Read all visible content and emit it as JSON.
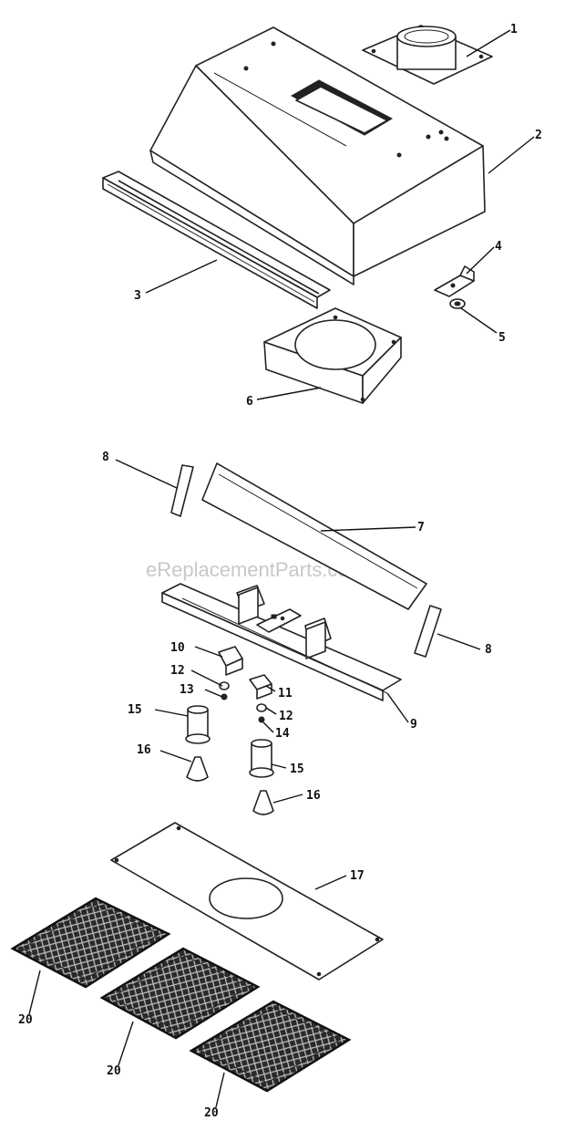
{
  "watermark": "eReplacementParts.com",
  "callouts": {
    "c1": "1",
    "c2": "2",
    "c3": "3",
    "c4": "4",
    "c5": "5",
    "c6": "6",
    "c7": "7",
    "c8a": "8",
    "c8b": "8",
    "c9": "9",
    "c10": "10",
    "c11": "11",
    "c12a": "12",
    "c12b": "12",
    "c13": "13",
    "c14": "14",
    "c15a": "15",
    "c15b": "15",
    "c16a": "16",
    "c16b": "16",
    "c17": "17",
    "c20a": "20",
    "c20b": "20",
    "c20c": "20"
  }
}
